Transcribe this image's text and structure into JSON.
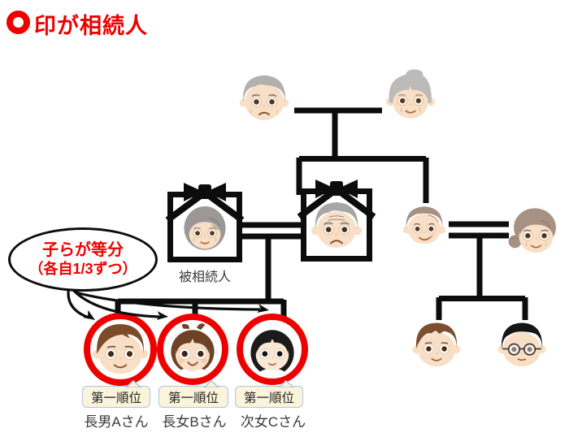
{
  "legend": {
    "label": "印が相続人",
    "marker": "heir-circle-marker"
  },
  "bubble": {
    "line1": "子らが等分",
    "line2": "（各自1/3ずつ）"
  },
  "tree": {
    "decedent_label": "被相続人"
  },
  "heirs": [
    {
      "rank": "第一順位",
      "name": "長男Aさん"
    },
    {
      "rank": "第一順位",
      "name": "長女Bさん"
    },
    {
      "rank": "第一順位",
      "name": "次女Cさん"
    }
  ],
  "colors": {
    "accent_red": "#EE0000",
    "line_black": "#0C0C0C",
    "badge_bg": "#FBF3DA",
    "badge_border": "#A9C6E3"
  },
  "icons": {
    "marker": "red-ring-marker",
    "persons": [
      "grandfather",
      "grandmother",
      "deceased-mother",
      "deceased-father",
      "uncle",
      "aunt",
      "eldest-son-A",
      "eldest-daughter-B",
      "second-daughter-C",
      "nephew-1",
      "nephew-2"
    ]
  }
}
